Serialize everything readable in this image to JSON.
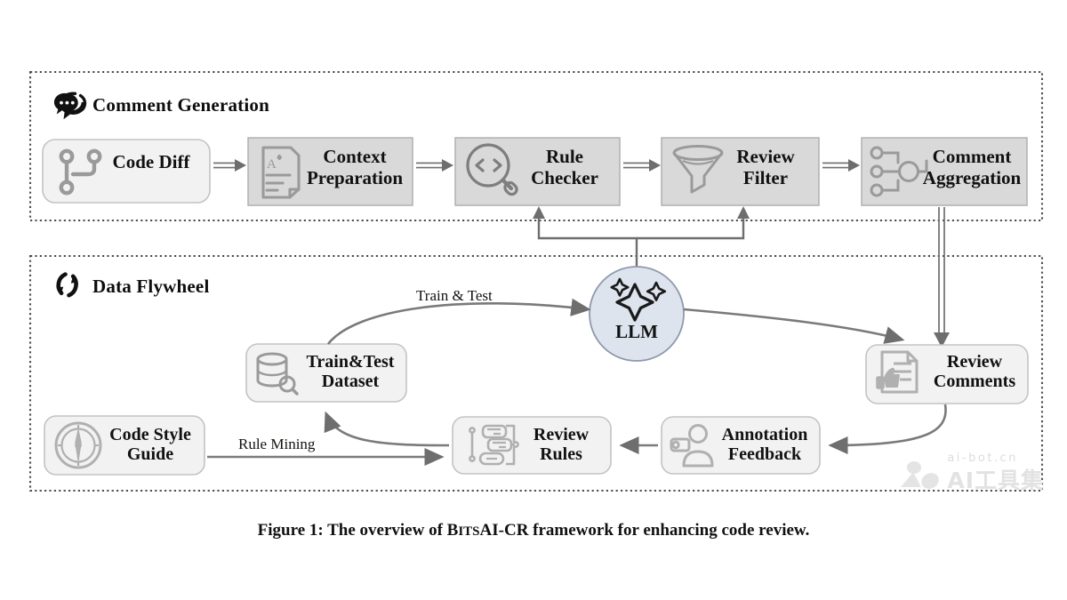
{
  "figure": {
    "caption_prefix": "Figure 1: The overview of B",
    "caption_smallcaps": "ITS",
    "caption_suffix": "AI-CR framework for enhancing code review."
  },
  "watermark": {
    "line1": "ai-bot.cn",
    "line2": "AI工具集"
  },
  "panels": [
    {
      "id": "comment-generation",
      "title": "Comment Generation",
      "icon": "chat-bubble-icon"
    },
    {
      "id": "data-flywheel",
      "title": "Data Flywheel",
      "icon": "refresh-cycle-icon"
    }
  ],
  "nodes": {
    "code_diff": {
      "label": "Code Diff",
      "icon": "git-branch-icon",
      "shape": "rounded",
      "fill": "#f2f2f2"
    },
    "context_prep": {
      "label": "Context\nPreparation",
      "icon": "document-a-icon",
      "shape": "square",
      "fill": "#d9d9d9"
    },
    "rule_checker": {
      "label": "Rule\nChecker",
      "icon": "code-search-icon",
      "shape": "square",
      "fill": "#d9d9d9"
    },
    "review_filter": {
      "label": "Review\nFilter",
      "icon": "funnel-icon",
      "shape": "square",
      "fill": "#d9d9d9"
    },
    "comment_agg": {
      "label": "Comment\nAggregation",
      "icon": "aggregation-node-icon",
      "shape": "square",
      "fill": "#d9d9d9"
    },
    "llm": {
      "label": "LLM",
      "icon": "sparkle-icon",
      "shape": "circle",
      "fill": "#dde4ee"
    },
    "train_test": {
      "label": "Train&Test\nDataset",
      "icon": "database-search-icon",
      "shape": "rounded",
      "fill": "#f2f2f2"
    },
    "review_comments": {
      "label": "Review\nComments",
      "icon": "document-thumbup-icon",
      "shape": "rounded",
      "fill": "#f2f2f2"
    },
    "annotation_fb": {
      "label": "Annotation\nFeedback",
      "icon": "person-tag-icon",
      "shape": "rounded",
      "fill": "#f2f2f2"
    },
    "review_rules": {
      "label": "Review\nRules",
      "icon": "rules-list-icon",
      "shape": "rounded",
      "fill": "#f2f2f2"
    },
    "code_style_guide": {
      "label": "Code Style\nGuide",
      "icon": "compass-icon",
      "shape": "rounded",
      "fill": "#f2f2f2"
    }
  },
  "edge_labels": {
    "train_and_test": "Train & Test",
    "rule_mining": "Rule Mining"
  },
  "colors": {
    "panel_border": "#4d4d4d",
    "node_border": "#b5b5b5",
    "node_fill_light": "#f2f2f2",
    "node_fill_dark": "#d9d9d9",
    "llm_fill": "#dde4ee",
    "llm_border": "#8e99ab",
    "arrow": "#6e6e6e",
    "icon": "#9a9a9a",
    "text": "#111111"
  }
}
